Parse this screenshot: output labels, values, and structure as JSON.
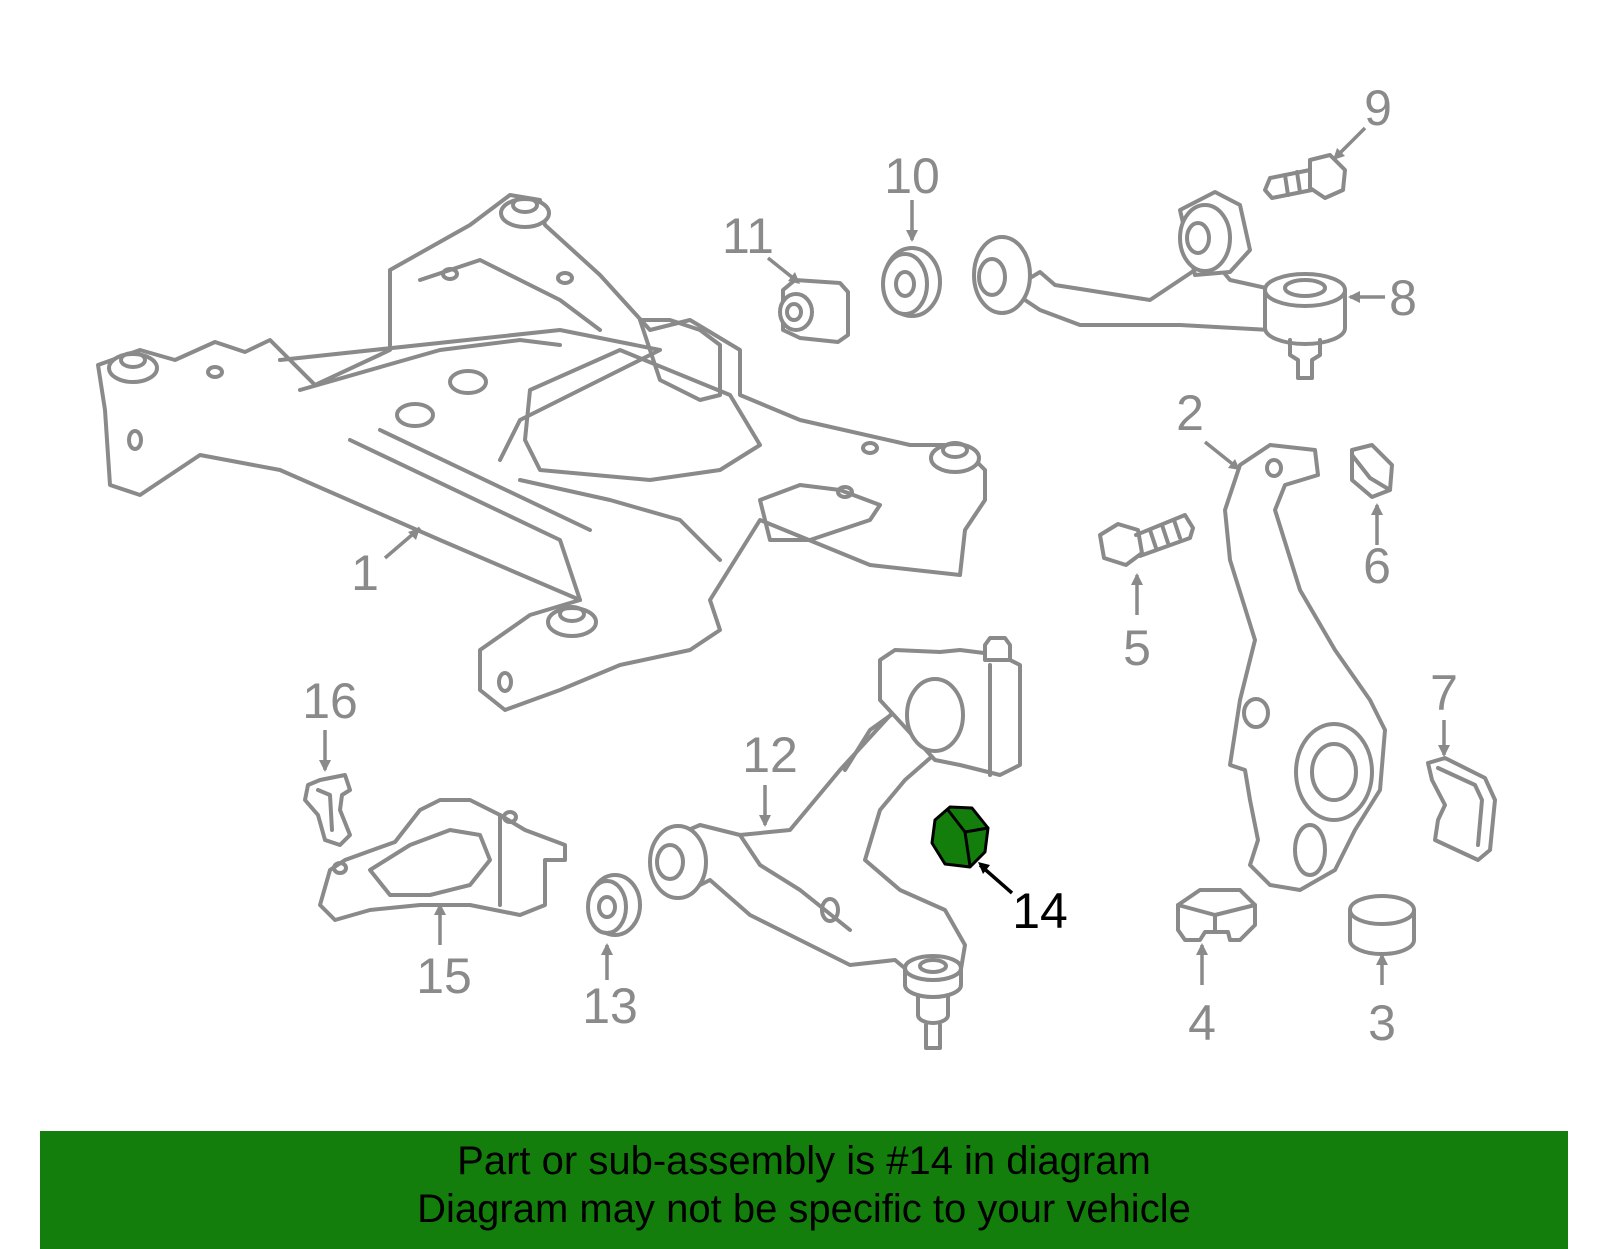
{
  "colors": {
    "highlight_fill": "#137e0c",
    "banner_background": "#137e0c",
    "line_gray": "#8a8a8a"
  },
  "highlighted_part": "14",
  "callouts": [
    {
      "id": "1",
      "label": "1"
    },
    {
      "id": "2",
      "label": "2"
    },
    {
      "id": "3",
      "label": "3"
    },
    {
      "id": "4",
      "label": "4"
    },
    {
      "id": "5",
      "label": "5"
    },
    {
      "id": "6",
      "label": "6"
    },
    {
      "id": "7",
      "label": "7"
    },
    {
      "id": "8",
      "label": "8"
    },
    {
      "id": "9",
      "label": "9"
    },
    {
      "id": "10",
      "label": "10"
    },
    {
      "id": "11",
      "label": "11"
    },
    {
      "id": "12",
      "label": "12"
    },
    {
      "id": "13",
      "label": "13"
    },
    {
      "id": "14",
      "label": "14"
    },
    {
      "id": "15",
      "label": "15"
    },
    {
      "id": "16",
      "label": "16"
    }
  ],
  "footer": {
    "line1": "Part or sub-assembly is #14 in diagram",
    "line2": "Diagram may not be specific to your vehicle"
  }
}
